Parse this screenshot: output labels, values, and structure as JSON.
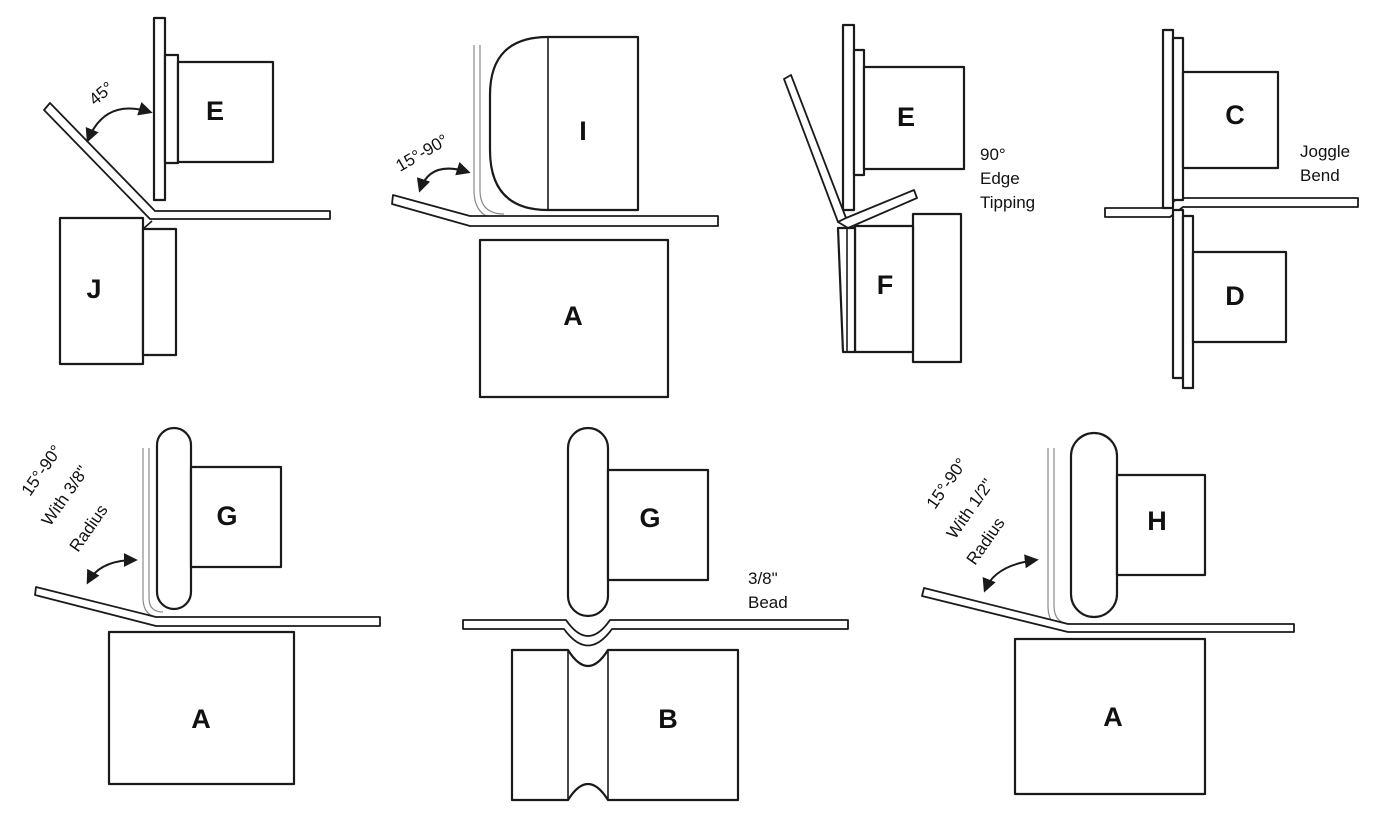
{
  "panels": [
    {
      "id": "p1",
      "parts": [
        "E",
        "J"
      ],
      "notes": [
        "45°"
      ]
    },
    {
      "id": "p2",
      "parts": [
        "I",
        "A"
      ],
      "notes": [
        "15°-90°"
      ]
    },
    {
      "id": "p3",
      "parts": [
        "E",
        "F"
      ],
      "notes": [
        "90°",
        "Edge",
        "Tipping"
      ]
    },
    {
      "id": "p4",
      "parts": [
        "C",
        "D"
      ],
      "notes": [
        "Joggle",
        "Bend"
      ]
    },
    {
      "id": "p5",
      "parts": [
        "G",
        "A"
      ],
      "notes": [
        "15°-90°",
        "With 3/8\"",
        "Radius"
      ]
    },
    {
      "id": "p6",
      "parts": [
        "G",
        "B"
      ],
      "notes": [
        "3/8\"",
        "Bead"
      ]
    },
    {
      "id": "p7",
      "parts": [
        "H",
        "A"
      ],
      "notes": [
        "15°-90°",
        "With 1/2\"",
        "Radius"
      ]
    }
  ],
  "colors": {
    "line": "#1a1a1a",
    "ghost": "#8a8a8a",
    "background": "#ffffff"
  }
}
